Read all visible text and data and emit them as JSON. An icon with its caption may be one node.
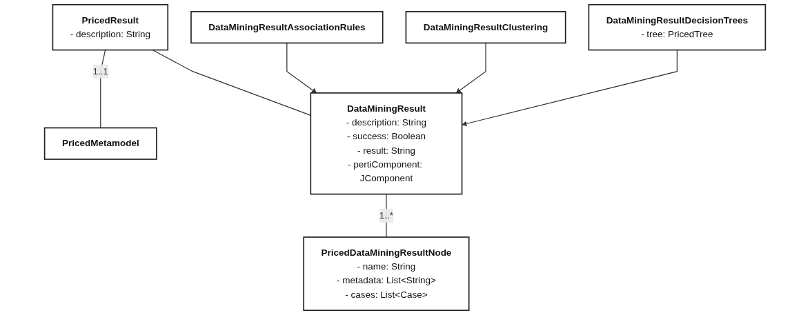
{
  "diagram": {
    "nodes": [
      {
        "text": [
          "PricedResult",
          "- description: String"
        ]
      },
      {
        "text": [
          "PricedMetamodel"
        ]
      },
      {
        "text": [
          "DataMiningResult",
          "- description: String",
          "- success: Boolean",
          "- result: String",
          "- pertiComponent: JComponent"
        ]
      },
      {
        "text": [
          "PricedDataMiningResultNode",
          "- name: String",
          "- metadata: List<String>",
          "- cases: List<Case>"
        ]
      },
      {
        "text": [
          "DataMiningResultAssociationRules"
        ]
      },
      {
        "text": [
          "DataMiningResultClustering"
        ]
      },
      {
        "text": [
          "DataMiningResultDecisionTrees",
          "- tree: PricedTree"
        ]
      }
    ],
    "edges": [
      {
        "from": 0,
        "to": 1,
        "arrow": "none",
        "label": "1..1"
      },
      {
        "from": 0,
        "to": 2,
        "arrow": "none"
      },
      {
        "from": 2,
        "to": 3,
        "arrow": "none",
        "label": "1..*"
      },
      {
        "from": 4,
        "to": 2,
        "arrow": "to"
      },
      {
        "from": 5,
        "to": 2,
        "arrow": "to"
      },
      {
        "from": 6,
        "to": 2,
        "arrow": "to"
      }
    ]
  }
}
